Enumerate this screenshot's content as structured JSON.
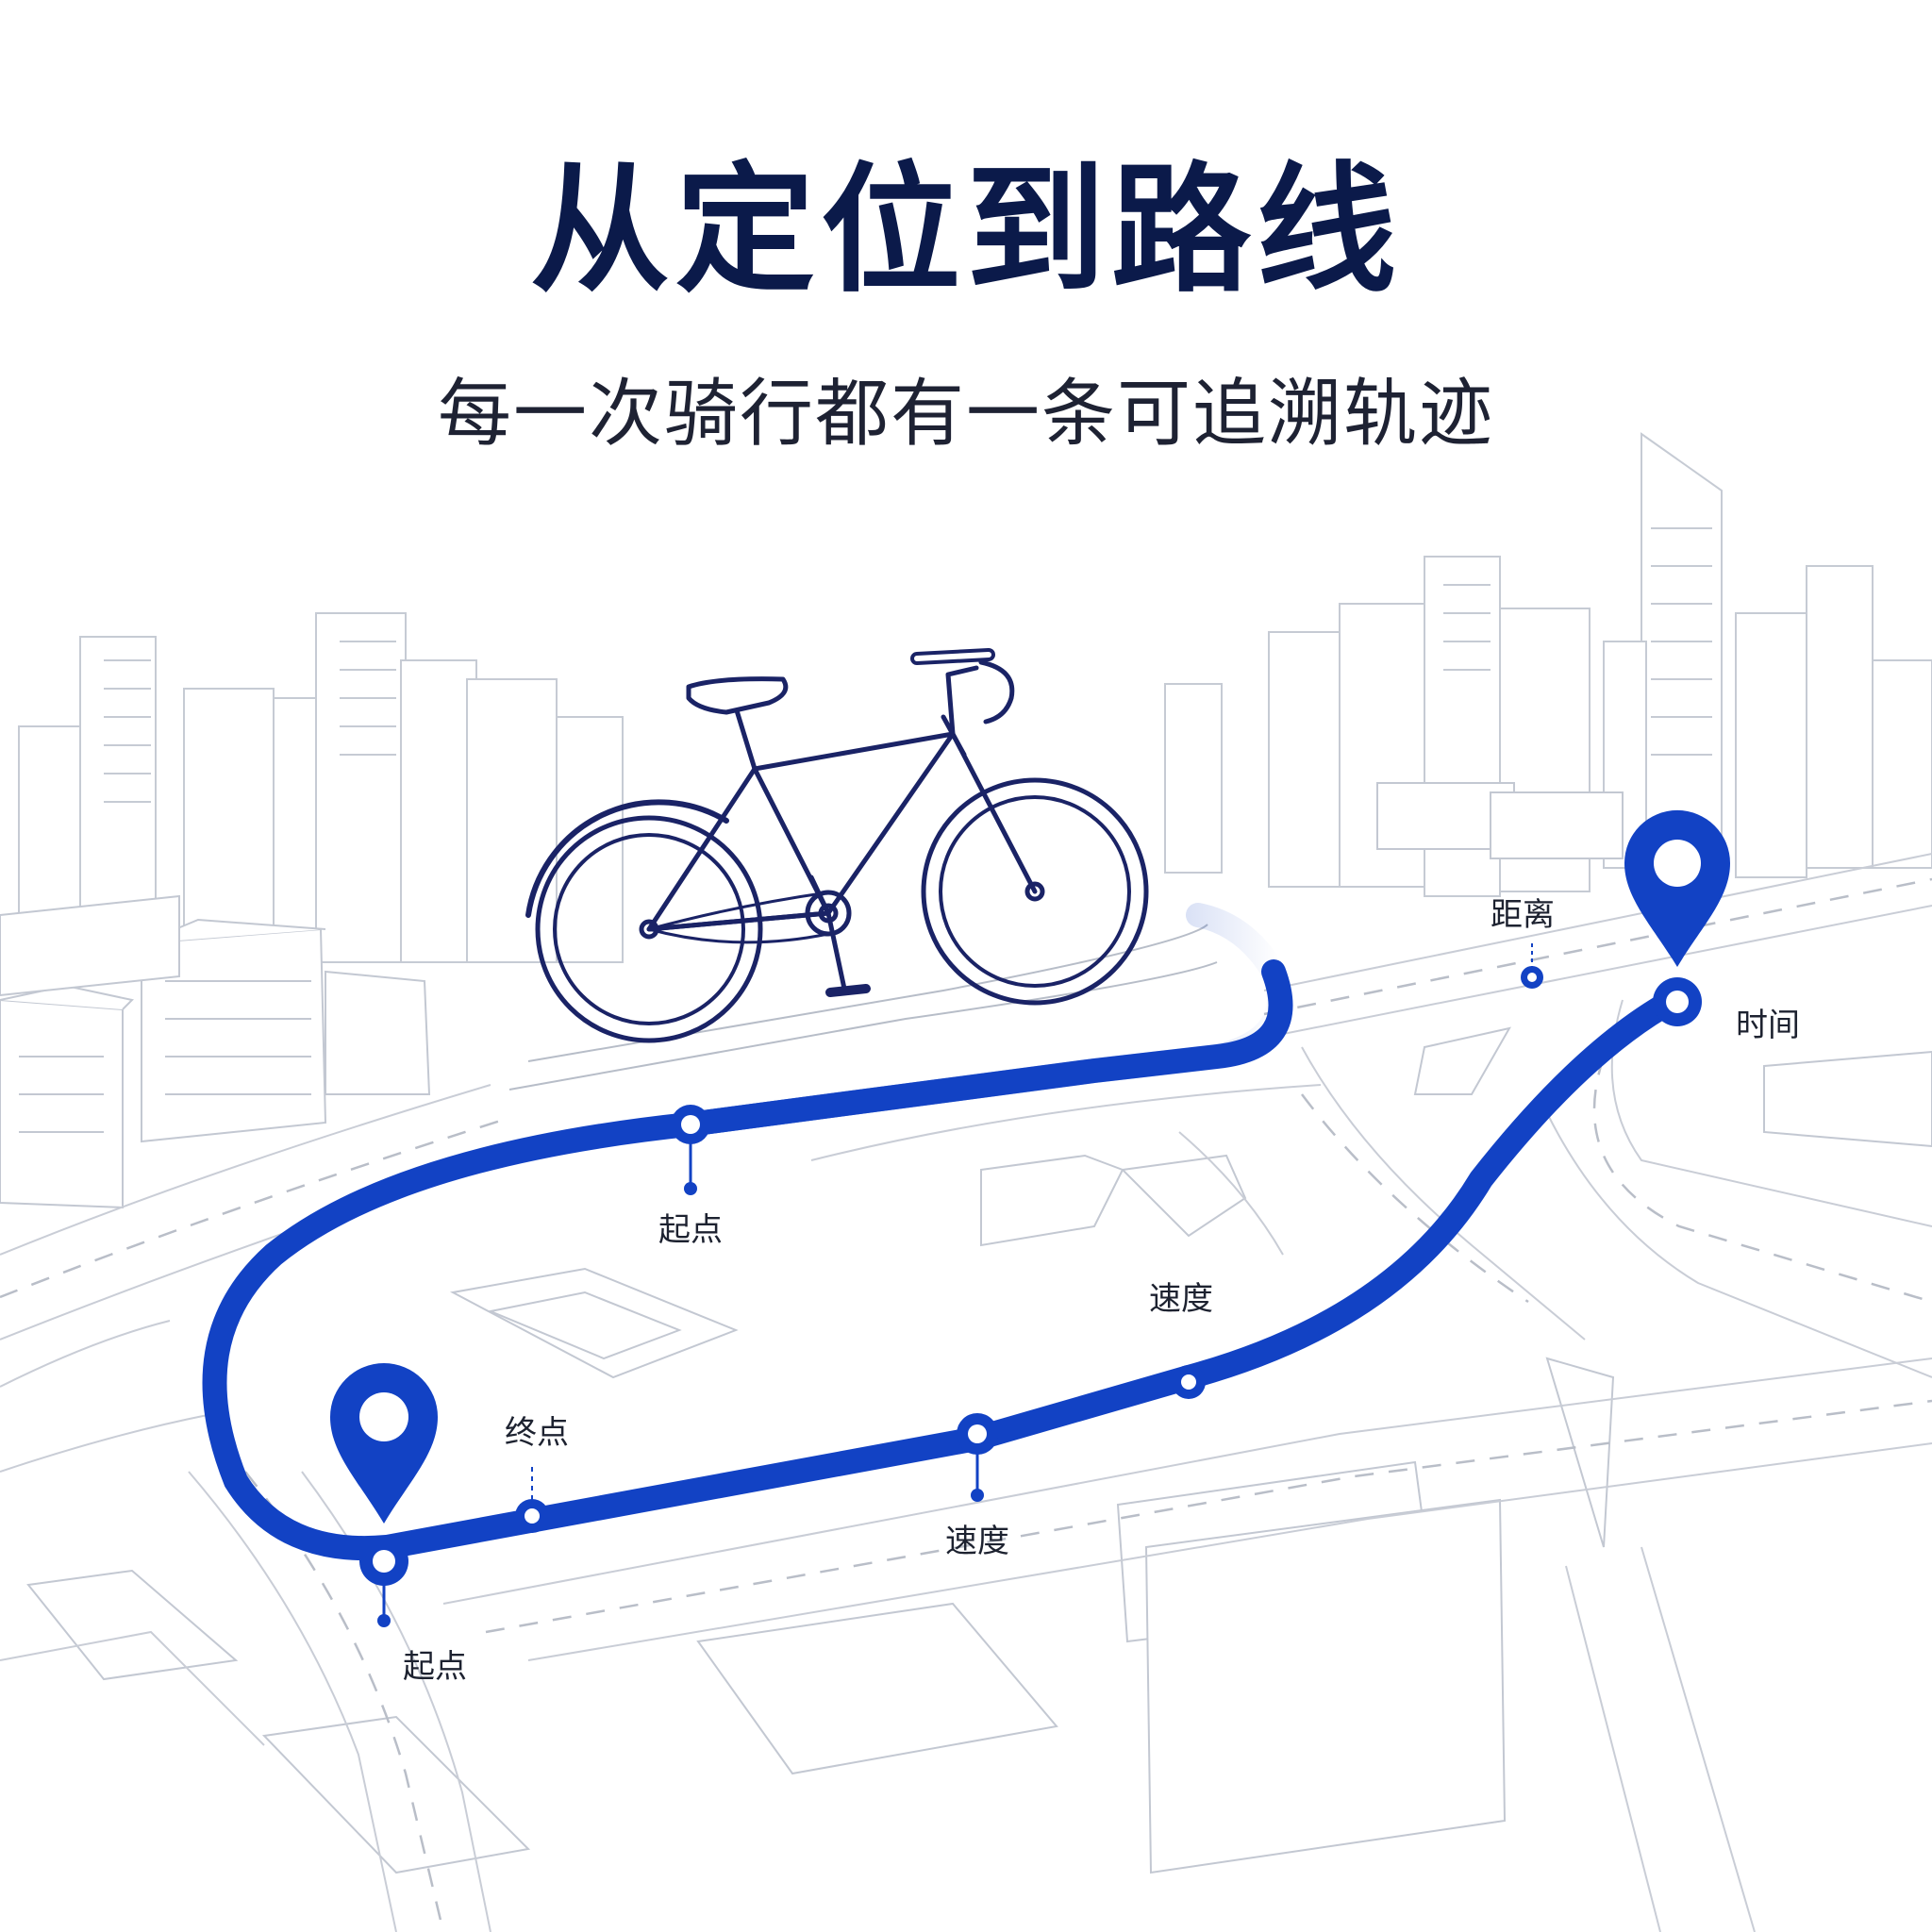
{
  "header": {
    "title": "从定位到路线",
    "subtitle": "每一次骑行都有一条可追溯轨迹"
  },
  "route": {
    "labels": {
      "start_top": "起点",
      "start_bottom": "起点",
      "end": "终点",
      "speed_upper": "速度",
      "speed_lower": "速度",
      "distance": "距离",
      "time": "时间"
    }
  },
  "colors": {
    "route_blue": "#1242c4",
    "title_navy": "#0b1a4a",
    "line_art": "#c3c8d2",
    "bike_navy": "#1a2366"
  },
  "icons": [
    "map-pin-icon",
    "bicycle-icon"
  ]
}
